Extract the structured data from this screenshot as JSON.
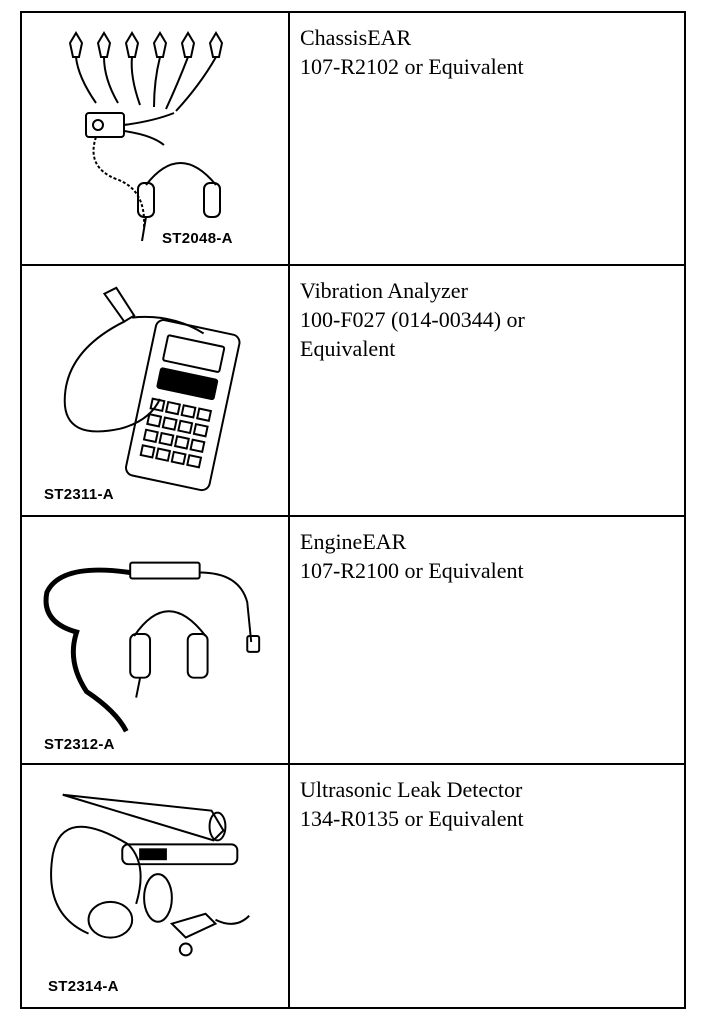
{
  "rows": [
    {
      "figure_code": "ST2048-A",
      "name": "ChassisEAR",
      "part_number": "107-R2102 or Equivalent",
      "icon": "chassisear-illustration"
    },
    {
      "figure_code": "ST2311-A",
      "name": "Vibration Analyzer",
      "part_number": "100-F027 (014-00344) or",
      "part_number_cont": "Equivalent",
      "icon": "vibration-analyzer-illustration"
    },
    {
      "figure_code": "ST2312-A",
      "name": "EngineEAR",
      "part_number": "107-R2100 or Equivalent",
      "icon": "engineear-illustration"
    },
    {
      "figure_code": "ST2314-A",
      "name": "Ultrasonic Leak Detector",
      "part_number": "134-R0135 or Equivalent",
      "icon": "ultrasonic-leak-detector-illustration"
    }
  ]
}
